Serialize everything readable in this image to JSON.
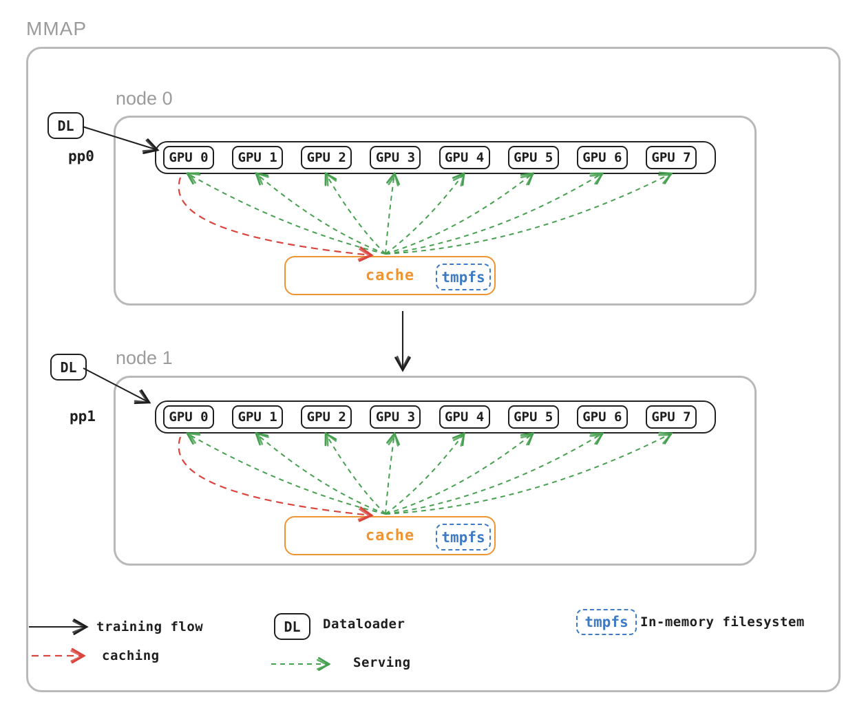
{
  "title": "MMAP",
  "colors": {
    "black": "#1e1e1e",
    "gray_border": "#b9b9b9",
    "gray_text": "#9b9b9b",
    "green": "#46a050",
    "red": "#d9453c",
    "orange": "#ef9430",
    "blue": "#3d7bc4"
  },
  "nodes": [
    {
      "name": "node 0",
      "dl_label": "DL",
      "pp_label": "pp0",
      "gpus": [
        "GPU 0",
        "GPU 1",
        "GPU 2",
        "GPU 3",
        "GPU 4",
        "GPU 5",
        "GPU 6",
        "GPU 7"
      ],
      "cache_label": "cache",
      "tmpfs_label": "tmpfs"
    },
    {
      "name": "node 1",
      "dl_label": "DL",
      "pp_label": "pp1",
      "gpus": [
        "GPU 0",
        "GPU 1",
        "GPU 2",
        "GPU 3",
        "GPU 4",
        "GPU 5",
        "GPU 6",
        "GPU 7"
      ],
      "cache_label": "cache",
      "tmpfs_label": "tmpfs"
    }
  ],
  "legend": {
    "training_flow": "training flow",
    "caching": "caching",
    "dl_box": "DL",
    "dataloader": "Dataloader",
    "serving": "Serving",
    "tmpfs_box": "tmpfs",
    "in_memory": "In-memory filesystem"
  }
}
